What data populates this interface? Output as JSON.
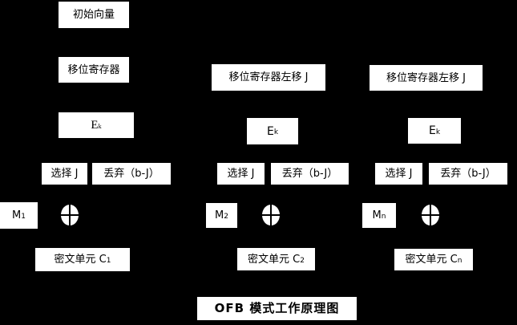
{
  "colors": {
    "background": "#000000",
    "box_fill": "#ffffff",
    "text": "#000000"
  },
  "icons": {
    "xor": "⊕"
  },
  "title": "OFB 模式工作原理图",
  "columns": [
    {
      "top_box": "初始向量",
      "shift_register": "移位寄存器",
      "cipher": {
        "base": "E",
        "sub": "k"
      },
      "select": "选择 J",
      "discard": "丢弃（b-J）",
      "message": {
        "base": "M",
        "sub": "1"
      },
      "cipher_unit": {
        "base": "密文单元 C",
        "sub": "1"
      }
    },
    {
      "shift_register": "移位寄存器左移 J",
      "cipher": {
        "base": "E",
        "sub": "k"
      },
      "select": "选择 J",
      "discard": "丢弃（b-J）",
      "message": {
        "base": "M",
        "sub": "2"
      },
      "cipher_unit": {
        "base": "密文单元 C",
        "sub": "2"
      }
    },
    {
      "shift_register": "移位寄存器左移 J",
      "cipher": {
        "base": "E",
        "sub": "k"
      },
      "select": "选择 J",
      "discard": "丢弃（b-J）",
      "message": {
        "base": "M",
        "sub": "n"
      },
      "cipher_unit": {
        "base": "密文单元 C",
        "sub": "n"
      }
    }
  ]
}
